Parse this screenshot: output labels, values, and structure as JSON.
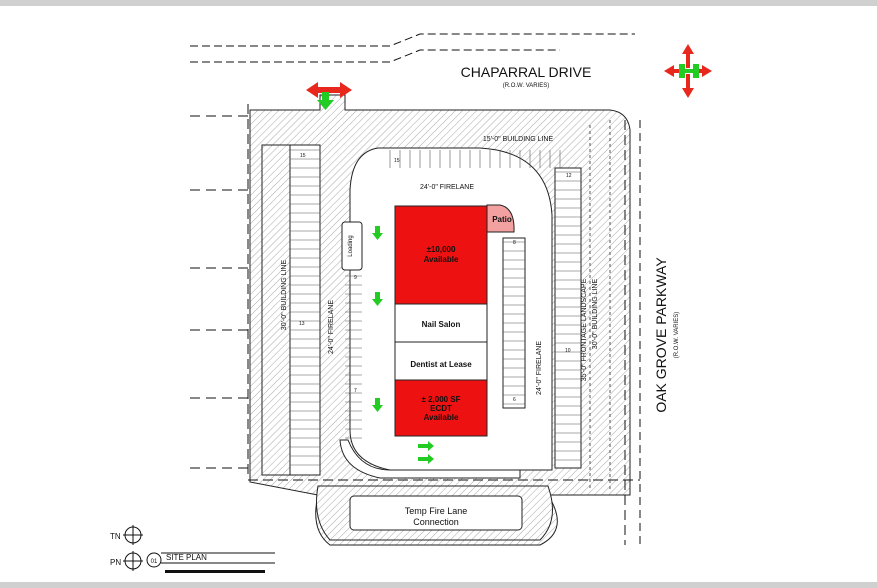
{
  "roads": {
    "north_name": "CHAPARRAL DRIVE",
    "north_row": "(R.O.W. VARIES)",
    "east_name": "OAK GROVE PARKWAY",
    "east_row": "(R.O.W. VARIES)"
  },
  "dimensions": {
    "building_line_north": "15'-0\" BUILDING LINE",
    "firelane_north": "24'-0\" FIRELANE",
    "building_line_west": "30'-0\" BUILDING LINE",
    "firelane_west": "24'-0\" FIRELANE",
    "firelane_east": "24'-0\" FIRELANE",
    "frontage_landscape": "35'-0\" FRONTAGE LANDSCAPE",
    "building_line_east": "30'-0\" BUILDING LINE"
  },
  "spaces": {
    "available_10000": "±10,000\nAvailable",
    "patio": "Patio",
    "nail_salon": "Nail Salon",
    "dentist": "Dentist at Lease",
    "ecdt": "± 2,000 SF\nECDT\nAvailable",
    "loading": "Loading"
  },
  "fire_lane_connection": "Temp Fire Lane\nConnection",
  "parking_counts": {
    "west_top": "15",
    "west_mid": "13",
    "inner_west_top": "9",
    "inner_west_bottom": "7",
    "north_inner": "15",
    "north_right": "12",
    "east_inner_top": "8",
    "east_inner_bottom": "6",
    "east_outer": "10"
  },
  "title_block": {
    "tn": "TN",
    "pn": "PN",
    "sheet_num": "01",
    "title": "SITE PLAN"
  },
  "colors": {
    "available": "#ee1111",
    "patio": "#f2a0a0",
    "arrow_red": "#e8281c",
    "arrow_green": "#22cc22",
    "hatch": "#9a9a9a"
  }
}
